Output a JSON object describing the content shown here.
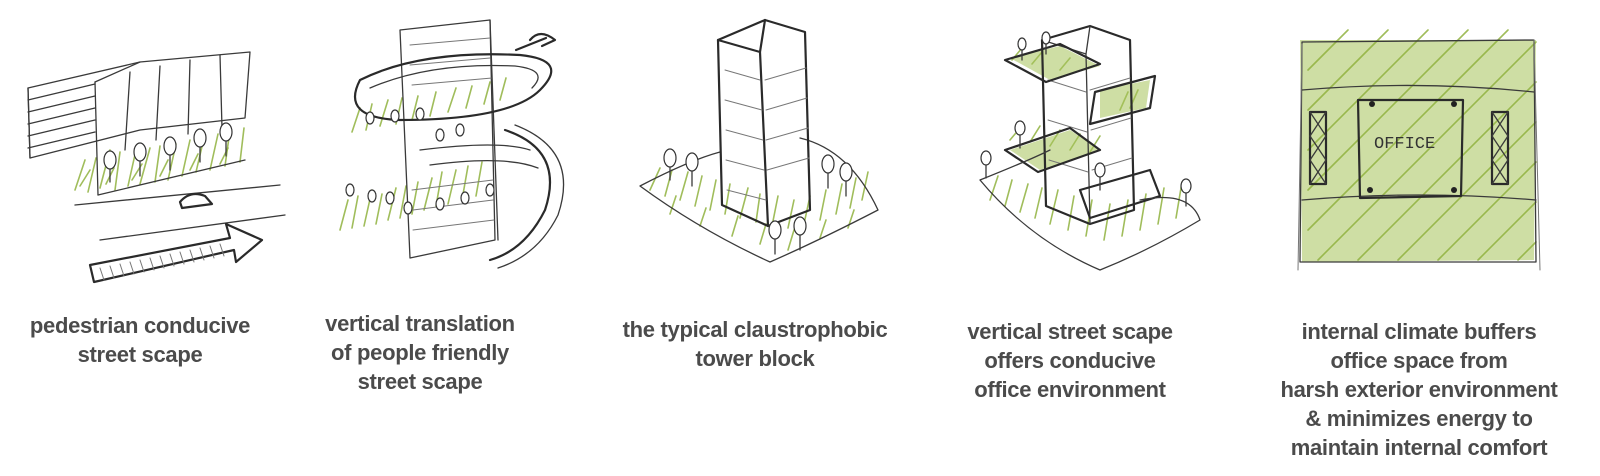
{
  "panels": [
    {
      "id": "pedestrian",
      "illustration": "street-scape-sketch",
      "caption": [
        "pedestrian conducive",
        "street scape"
      ]
    },
    {
      "id": "vertical-translation",
      "illustration": "spiral-street-tower-sketch",
      "caption": [
        "vertical translation",
        "of people friendly",
        "street scape"
      ]
    },
    {
      "id": "typical-tower",
      "illustration": "tower-block-sketch",
      "caption": [
        "the typical claustrophobic",
        "tower block"
      ]
    },
    {
      "id": "vertical-street",
      "illustration": "vertical-street-scape-sketch",
      "caption": [
        "vertical street scape",
        "offers conducive",
        "office environment"
      ]
    },
    {
      "id": "climate-buffer",
      "illustration": "office-plan-sketch",
      "plan_label": "OFFICE",
      "caption": [
        "internal climate buffers",
        "office space from",
        "harsh exterior environment",
        "& minimizes energy to",
        "maintain internal comfort"
      ]
    }
  ],
  "colors": {
    "caption": "#4b4b4b",
    "greenery": "#8fb23e",
    "ink": "#333333"
  }
}
